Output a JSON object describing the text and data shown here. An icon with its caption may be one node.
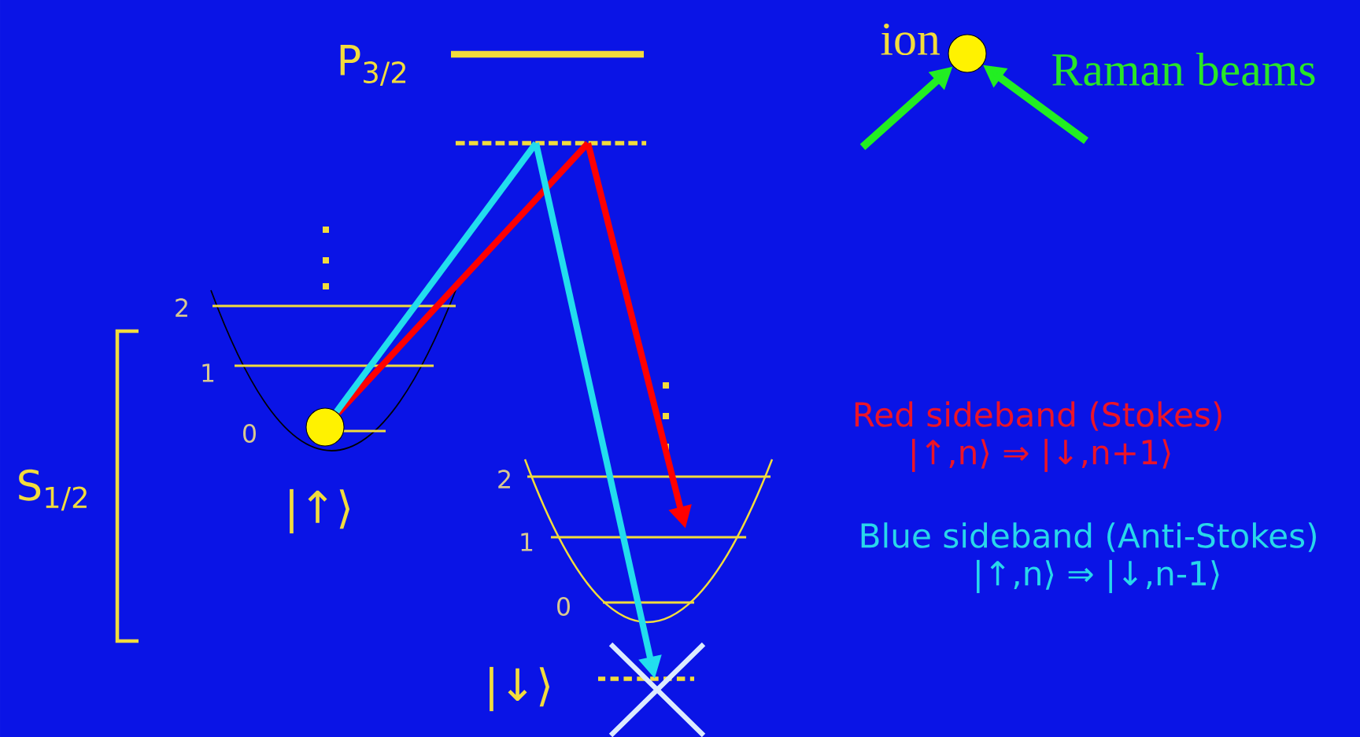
{
  "diagram": {
    "nodes": [
      {
        "text": [],
        "shape": "bar"
      },
      {
        "text": [],
        "shape": "circle"
      },
      {
        "text": [],
        "shape": "bar"
      },
      {
        "text": [],
        "shape": "bar"
      },
      {
        "text": [],
        "shape": "circle",
        "beside": [
          "ion"
        ]
      }
    ],
    "edges": [
      {
        "from": 1,
        "to": 0,
        "arrow": "none",
        "color": "#ff0000"
      },
      {
        "from": 0,
        "to": 2,
        "arrow": "to",
        "color": "#ff0000"
      },
      {
        "from": 1,
        "to": 0,
        "arrow": "none",
        "color": "#22ddee"
      },
      {
        "from": 0,
        "to": 3,
        "arrow": "to",
        "color": "#22ddee"
      },
      {
        "from": null,
        "to": 4,
        "arrow": "to",
        "color": "#22ee22"
      },
      {
        "from": null,
        "to": 4,
        "arrow": "to",
        "color": "#22ee22"
      }
    ],
    "labels": [
      "P$_{3/2}$",
      "S$_{1/2}$",
      "2",
      "1",
      "0",
      "|↑⟩",
      "2",
      "1",
      "0",
      "|↓⟩",
      "Raman beams",
      "Red sideband (Stokes)",
      "|↑,n⟩ ⇒ |↓,n+1⟩",
      "Blue sideband (Anti-Stokes)",
      "|↑,n⟩ ⇒ |↓,n-1⟩"
    ]
  }
}
